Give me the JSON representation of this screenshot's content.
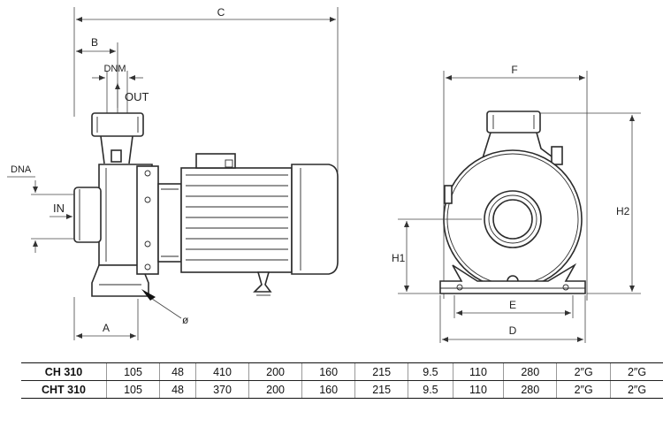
{
  "drawing": {
    "labels": {
      "C": "C",
      "B": "B",
      "DNM": "DNM",
      "OUT": "OUT",
      "DNA": "DNA",
      "IN": "IN",
      "A": "A",
      "phi": "ø",
      "F": "F",
      "H2": "H2",
      "H1": "H1",
      "E": "E",
      "D": "D"
    }
  },
  "table": {
    "rows": [
      [
        "CH 310",
        "105",
        "48",
        "410",
        "200",
        "160",
        "215",
        "9.5",
        "110",
        "280",
        "2″G",
        "2″G"
      ],
      [
        "CHT 310",
        "105",
        "48",
        "370",
        "200",
        "160",
        "215",
        "9.5",
        "110",
        "280",
        "2″G",
        "2″G"
      ]
    ]
  }
}
